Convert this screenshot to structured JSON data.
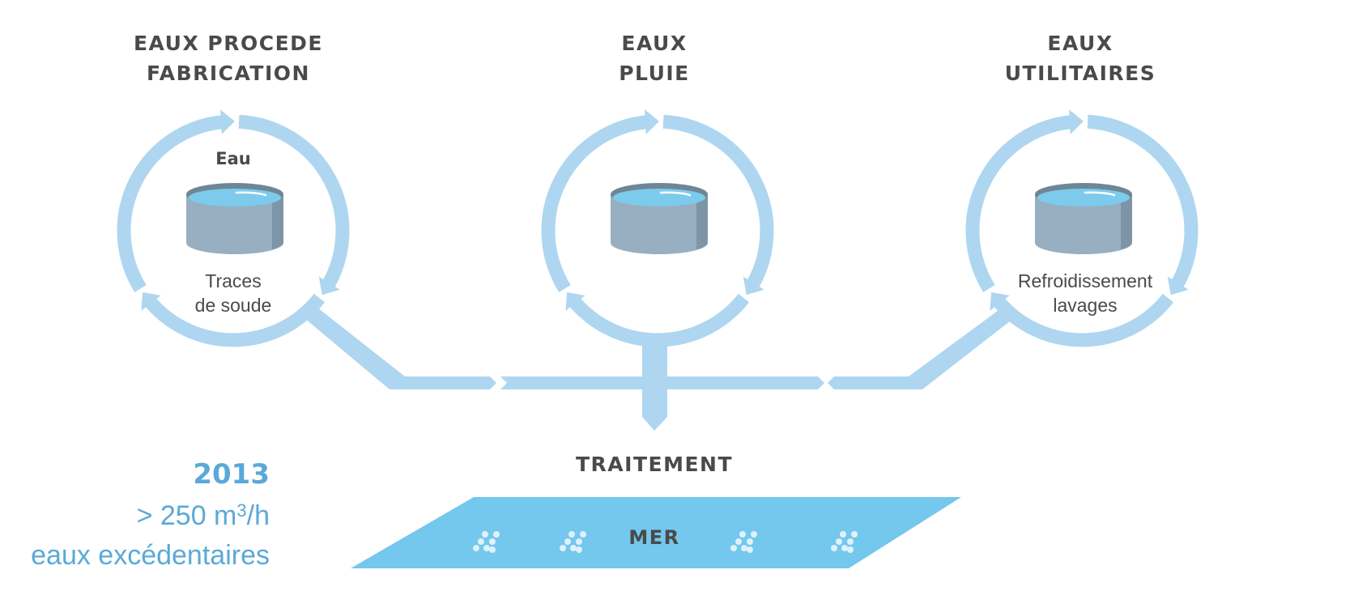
{
  "colors": {
    "pipe": "#aed6f0",
    "tank_body": "#97afc0",
    "tank_dark": "#7d95a7",
    "tank_rim": "#6f8696",
    "water": "#7ccbed",
    "sea": "#74c7ed",
    "title_text": "#4a4a4a",
    "stat_text": "#5aa9d8"
  },
  "sources": [
    {
      "title_line1": "EAUX PROCEDE",
      "title_line2": "FABRICATION",
      "top_label": "Eau",
      "caption_line1": "Traces",
      "caption_line2": "de soude",
      "icon": "water-tank-icon"
    },
    {
      "title_line1": "EAUX",
      "title_line2": "PLUIE",
      "top_label": "",
      "caption_line1": "",
      "caption_line2": "",
      "icon": "water-tank-icon"
    },
    {
      "title_line1": "EAUX",
      "title_line2": "UTILITAIRES",
      "top_label": "",
      "caption_line1": "Refroidissement",
      "caption_line2": "lavages",
      "icon": "water-tank-icon"
    }
  ],
  "treatment_label": "TRAITEMENT",
  "sea_label": "MER",
  "stats": {
    "year": "2013",
    "flow_prefix": ">  250 m",
    "flow_exponent": "3",
    "flow_suffix": "/h",
    "description": "eaux excédentaires"
  }
}
